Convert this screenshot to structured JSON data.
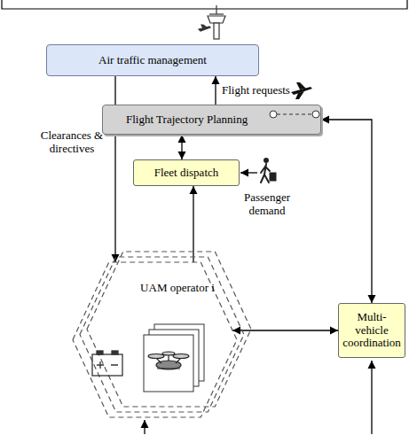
{
  "diagram": {
    "nodes": [
      {
        "text": [
          "Air traffic management"
        ]
      },
      {
        "text": [
          "Flight Trajectory Planning"
        ]
      },
      {
        "text": [
          "Fleet dispatch"
        ]
      },
      {
        "text": [
          "UAM operator i"
        ]
      },
      {
        "text": [
          "Multi-vehicle coordination"
        ]
      }
    ],
    "edges": [
      {
        "from": 1,
        "to": 0,
        "arrow": "to",
        "label": "Flight requests"
      },
      {
        "from": 0,
        "to": 3,
        "arrow": "to",
        "label": "Clearances & directives"
      },
      {
        "from": 1,
        "to": 2,
        "arrow": "both"
      },
      {
        "from": 3,
        "to": 2,
        "arrow": "to"
      },
      {
        "from": 3,
        "to": 4,
        "arrow": "both"
      },
      {
        "from": 4,
        "to": 1,
        "arrow": "both"
      }
    ],
    "labels": [
      "Passenger demand"
    ]
  }
}
